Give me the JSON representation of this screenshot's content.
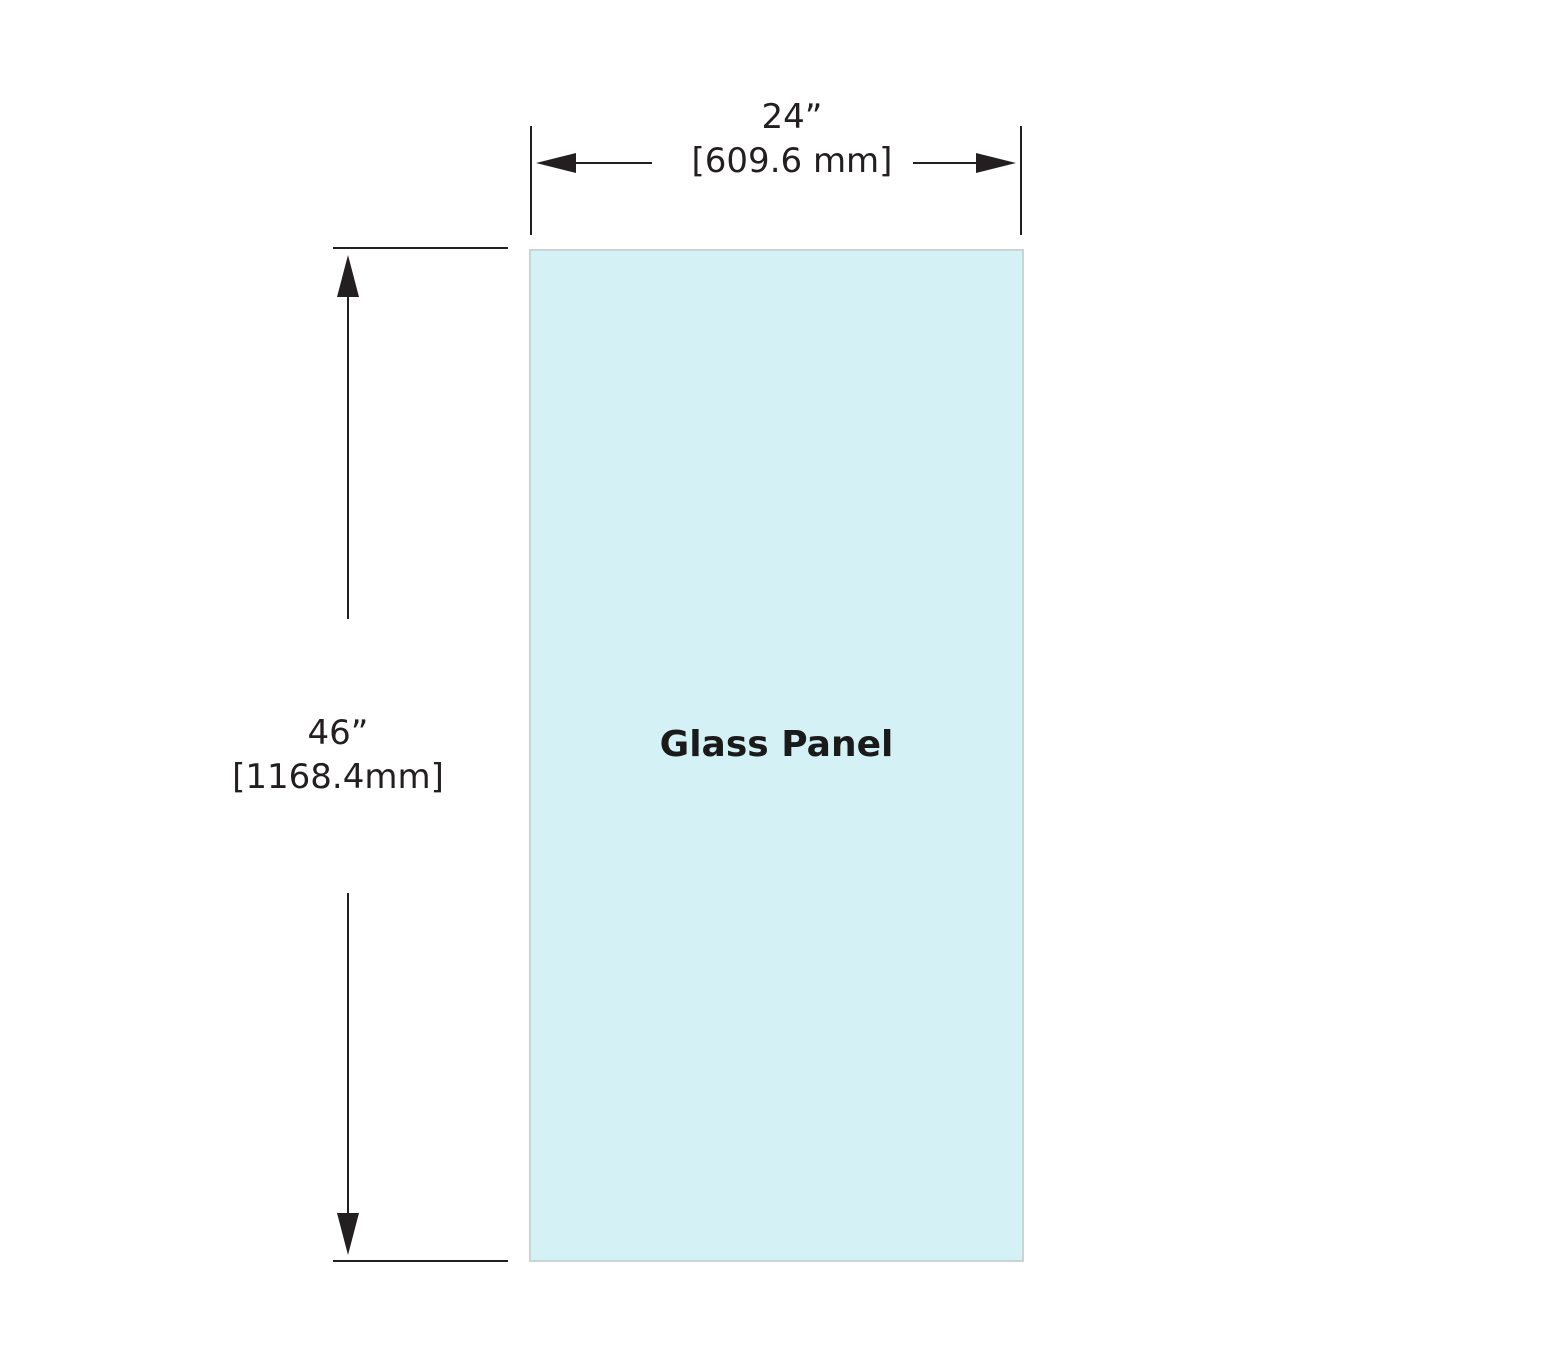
{
  "panel": {
    "label": "Glass Panel",
    "fill_color": "#d4f1f6",
    "border_color": "#c9d4d6"
  },
  "width_dimension": {
    "imperial": "24”",
    "metric": "[609.6 mm]"
  },
  "height_dimension": {
    "imperial": "46”",
    "metric": "[1168.4mm]"
  },
  "line_color": "#231f20"
}
